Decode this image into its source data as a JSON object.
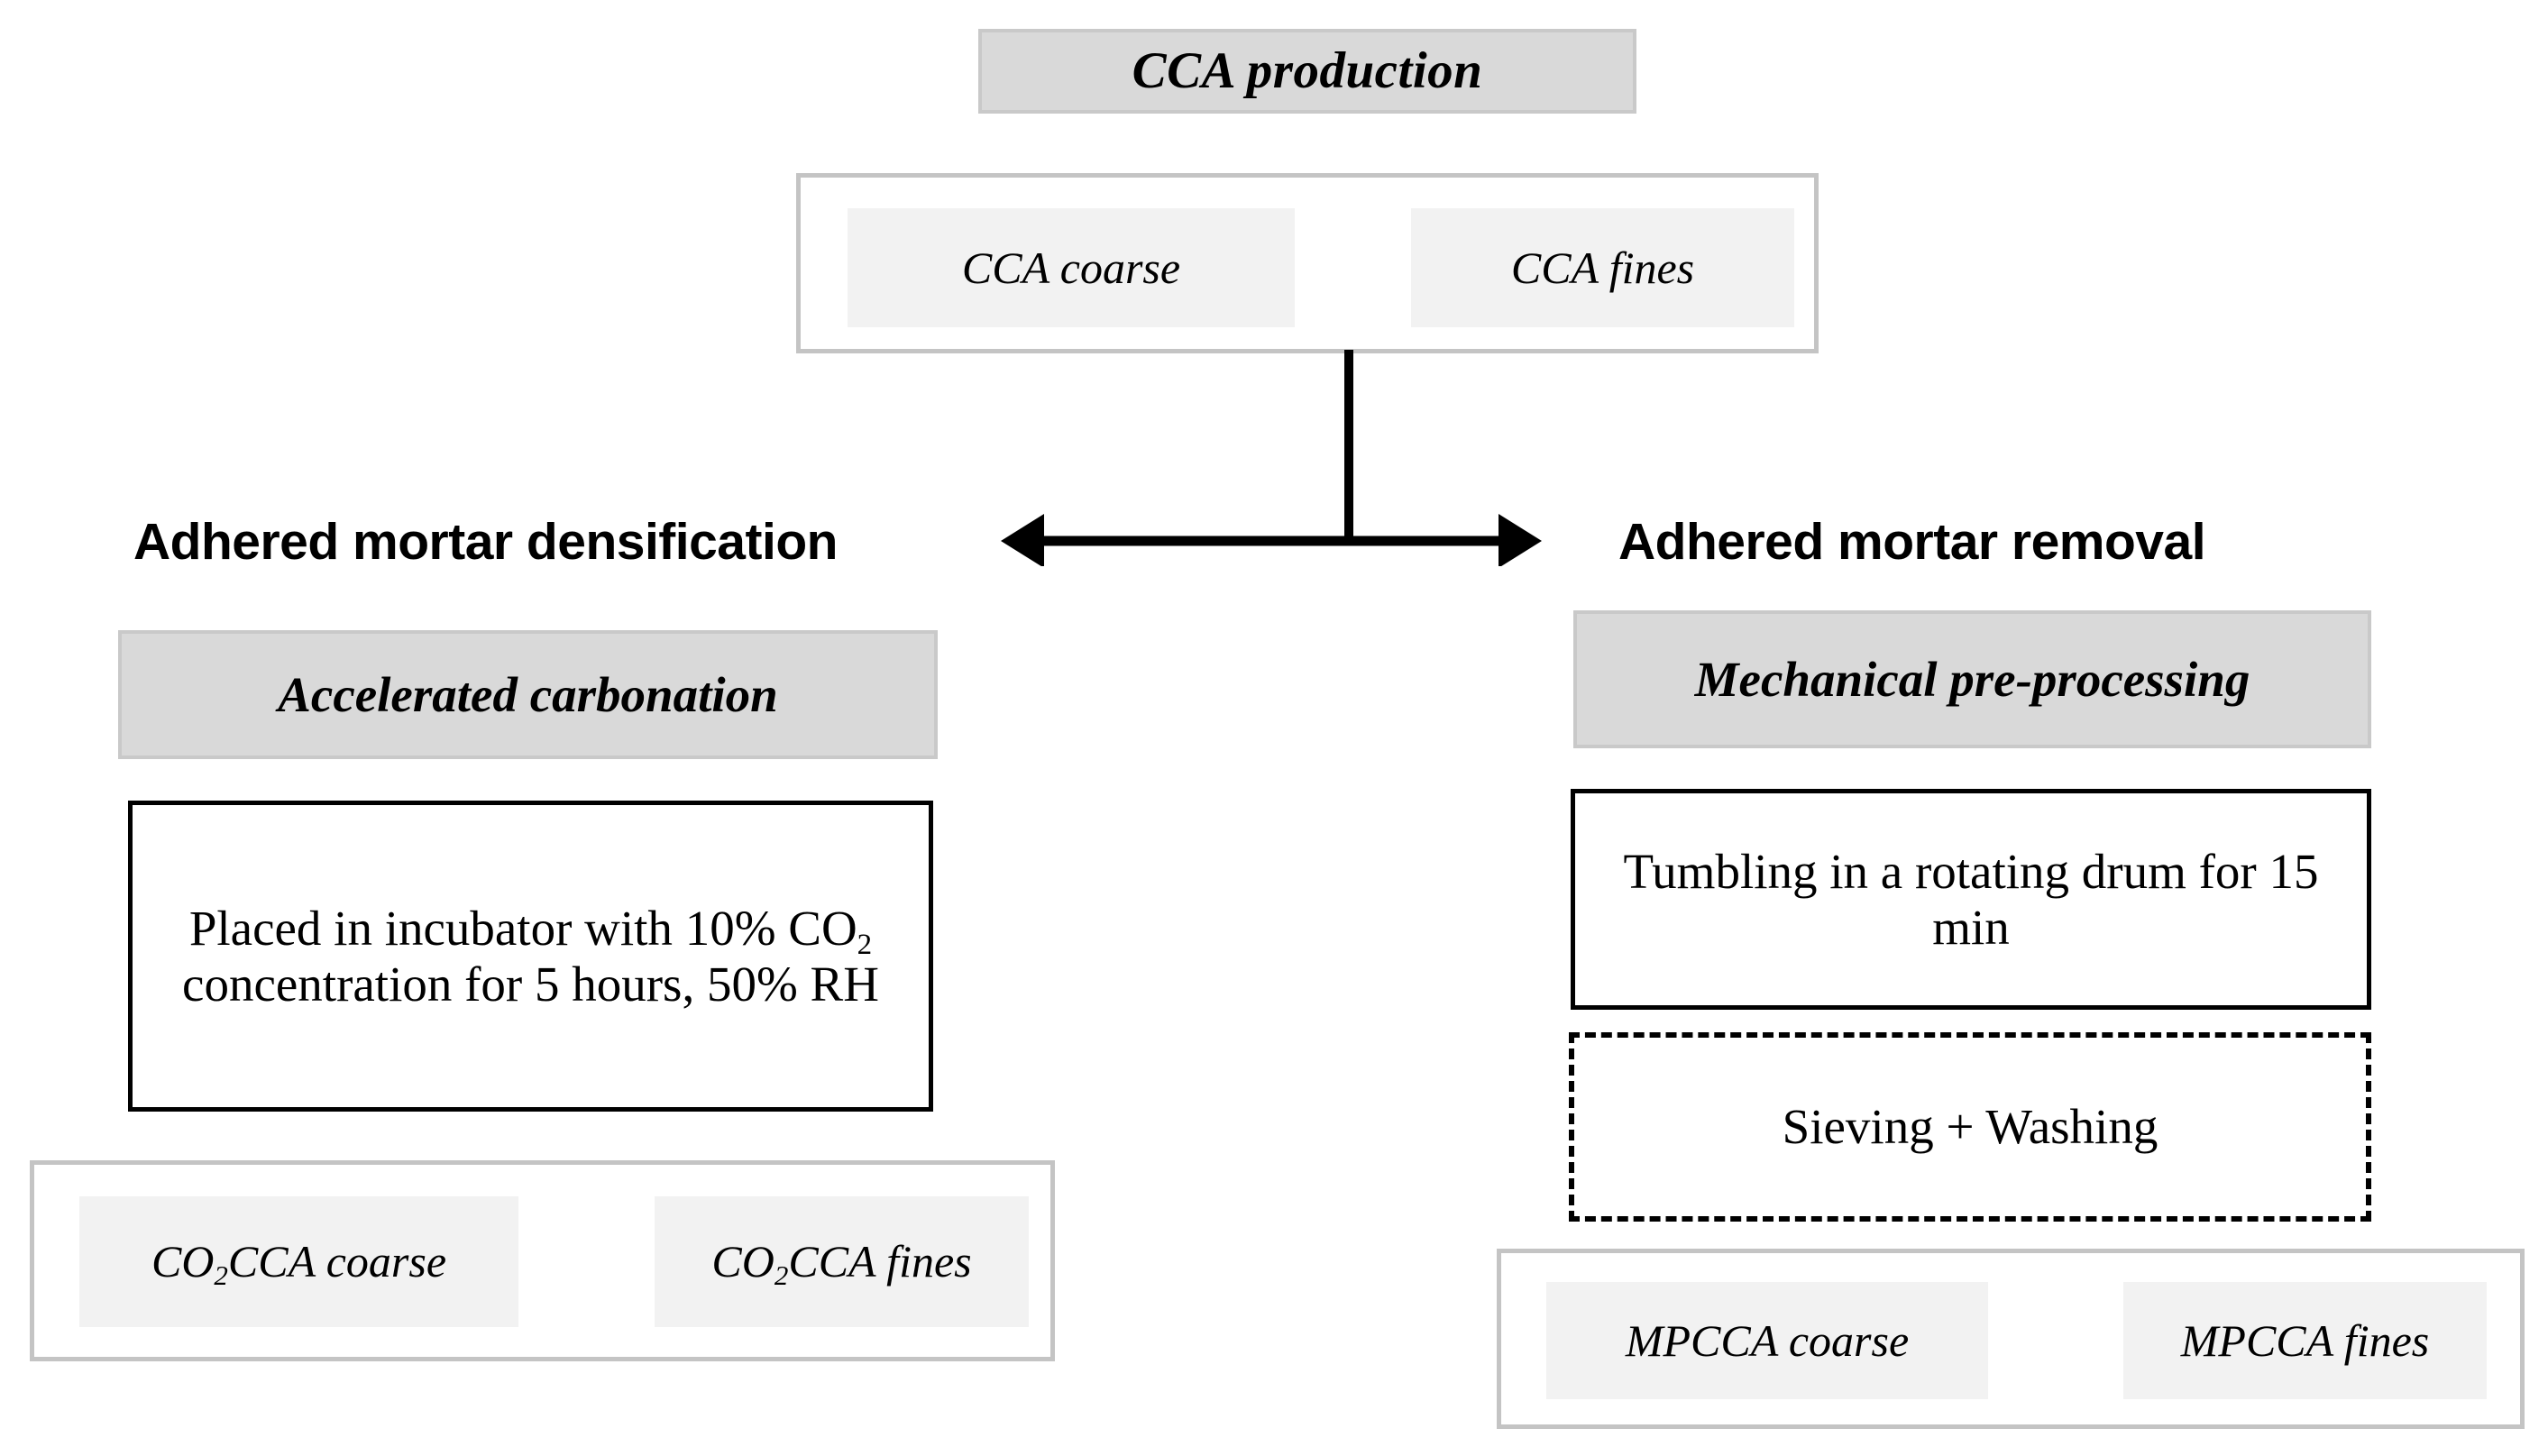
{
  "diagram": {
    "title_box": {
      "label": "CCA production"
    },
    "cca_group": {
      "items": [
        {
          "label": "CCA coarse"
        },
        {
          "label": "CCA fines"
        }
      ]
    },
    "branches": {
      "left": {
        "heading": "Adhered mortar densification",
        "process_header": "Accelerated carbonation",
        "detail_lines": [
          "Placed in incubator with",
          "10% CO",
          "2",
          " concentration for 5",
          "hours, 50% RH"
        ],
        "detail_text_full": "Placed in incubator with 10% CO2 concentration for 5 hours, 50% RH",
        "outputs": [
          {
            "prefix": "CO",
            "sub": "2",
            "suffix": "CCA coarse"
          },
          {
            "prefix": "CO",
            "sub": "2",
            "suffix": "CCA fines"
          }
        ]
      },
      "right": {
        "heading": "Adhered mortar removal",
        "process_header": "Mechanical  pre-processing",
        "detail_text_full": "Tumbling in a rotating drum for 15 min",
        "dashed_step": "Sieving + Washing",
        "outputs": [
          {
            "label": "MPCCA coarse"
          },
          {
            "label": "MPCCA fines"
          }
        ]
      }
    },
    "connector": {
      "type": "bidirectional-horizontal-arrow",
      "description": "vertical stem from CCA group splitting into left and right arrows"
    },
    "colors": {
      "header_fill": "#d9d9d9",
      "header_border": "#c9c9c9",
      "chip_fill": "#f2f2f2",
      "group_border": "#c4c4c4",
      "line": "#000000",
      "background": "#ffffff"
    }
  }
}
